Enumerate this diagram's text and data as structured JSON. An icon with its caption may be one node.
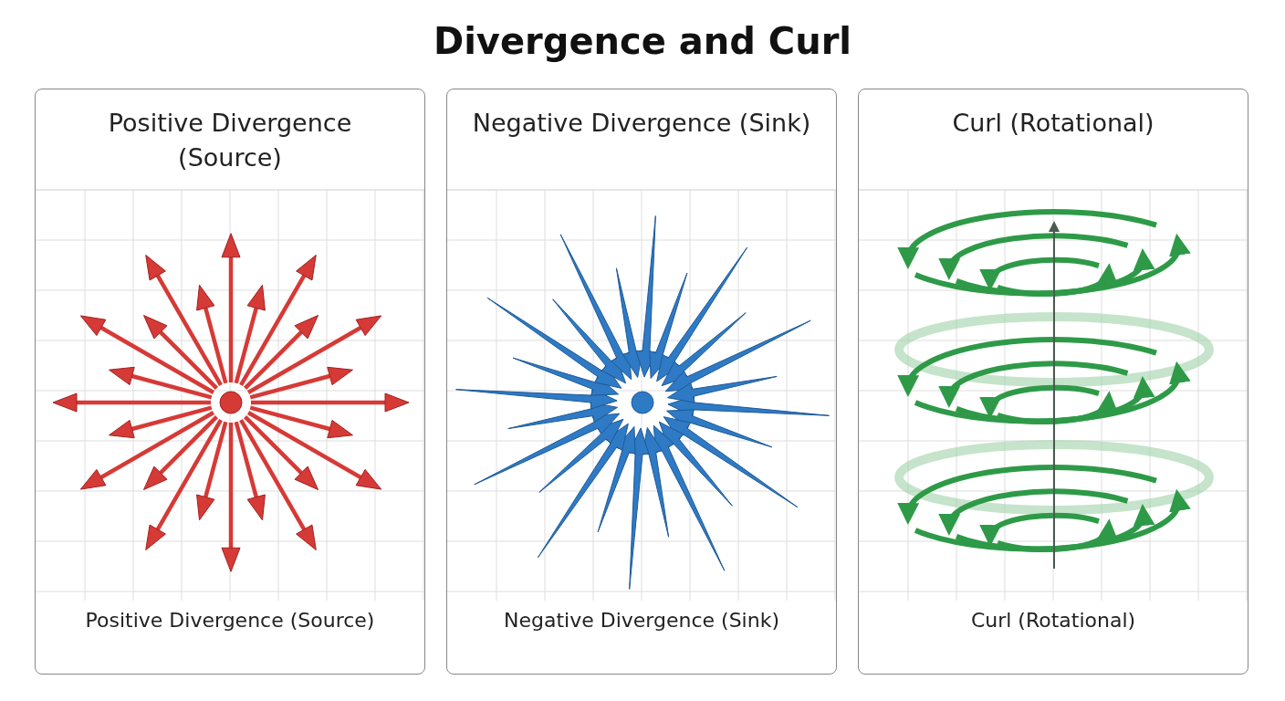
{
  "diagram": {
    "title": "Divergence and Curl",
    "nodes": [
      {
        "text": [
          "Positive Divergence (Source)",
          "Positive Divergence (Source)"
        ]
      },
      {
        "text": [
          "Negative Divergence (Sink)",
          "Negative Divergence (Sink)"
        ]
      },
      {
        "text": [
          "Curl (Rotational)",
          "Curl (Rotational)"
        ]
      }
    ],
    "edges": []
  }
}
